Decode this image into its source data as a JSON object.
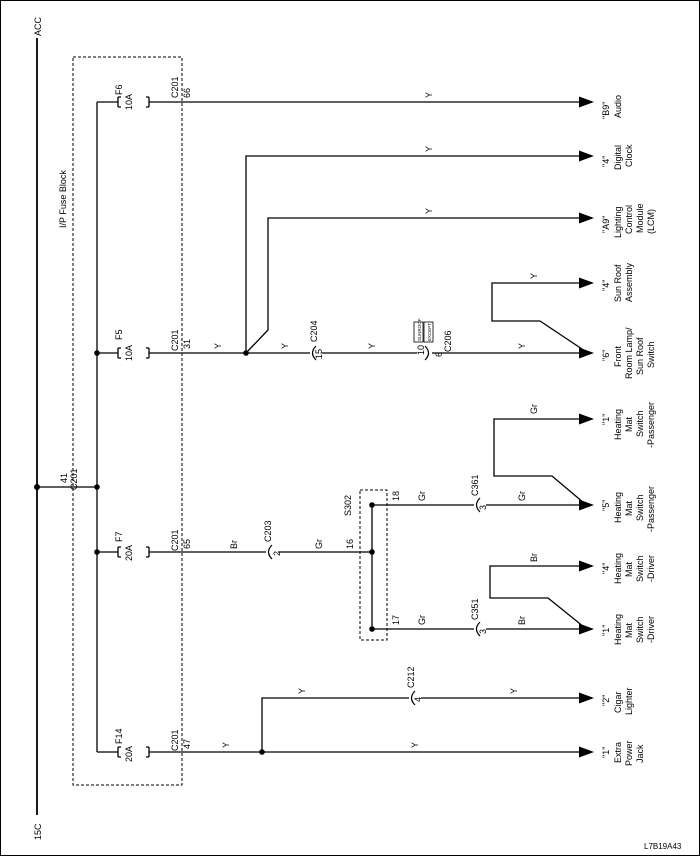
{
  "power": {
    "top": "ACC",
    "bottom": "15C"
  },
  "fuse_block": {
    "label": "I/P Fuse Block",
    "connector": "C201",
    "pin": "41"
  },
  "fuses": [
    {
      "name": "F6",
      "rating": "10A",
      "connector": "C201",
      "pin": "66"
    },
    {
      "name": "F5",
      "rating": "10A",
      "connector": "C201",
      "pin": "31"
    },
    {
      "name": "F7",
      "rating": "20A",
      "connector": "C201",
      "pin": "65"
    },
    {
      "name": "F14",
      "rating": "20A",
      "connector": "C201",
      "pin": "47"
    }
  ],
  "inline_connectors": [
    {
      "name": "C204",
      "pin": "15"
    },
    {
      "name": "C206",
      "pin": "6",
      "pin_alt": "10"
    },
    {
      "name": "C203",
      "pin": "2"
    },
    {
      "name": "C361",
      "pin": "3"
    },
    {
      "name": "C351",
      "pin": "3"
    },
    {
      "name": "C212",
      "pin": "4"
    }
  ],
  "splice": {
    "name": "S302",
    "pins": [
      "18",
      "16",
      "17"
    ]
  },
  "options": {
    "a": "SUNROOF",
    "b": "EXCEPT"
  },
  "wire_colors": {
    "y": "Y",
    "br": "Br",
    "gr": "Gr"
  },
  "loads": [
    {
      "pin": "\"B9\"",
      "lines": [
        "Audio"
      ]
    },
    {
      "pin": "\"4\"",
      "lines": [
        "Digital",
        "Clock"
      ]
    },
    {
      "pin": "\"A9\"",
      "lines": [
        "Lighting",
        "Control",
        "Module",
        "(LCM)"
      ]
    },
    {
      "pin": "\"4\"",
      "lines": [
        "Sun Roof",
        "Assembly"
      ]
    },
    {
      "pin": "\"6\"",
      "lines": [
        "Front",
        "Room Lamp/",
        "Sun Roof",
        "Switch"
      ]
    },
    {
      "pin": "\"1\"",
      "lines": [
        "Heating",
        "Mat",
        "Switch",
        "-Passenger"
      ]
    },
    {
      "pin": "\"5\"",
      "lines": [
        "Heating",
        "Mat",
        "Switch",
        "-Passenger"
      ]
    },
    {
      "pin": "\"4\"",
      "lines": [
        "Heating",
        "Mat",
        "Switch",
        "-Driver"
      ]
    },
    {
      "pin": "\"1\"",
      "lines": [
        "Heating",
        "Mat",
        "Switch",
        "-Driver"
      ]
    },
    {
      "pin": "\"2\"",
      "lines": [
        "Cigar",
        "Lighter"
      ]
    },
    {
      "pin": "\"1\"",
      "lines": [
        "Extra",
        "Power",
        "Jack"
      ]
    }
  ],
  "figure_id": "L7B19A43"
}
